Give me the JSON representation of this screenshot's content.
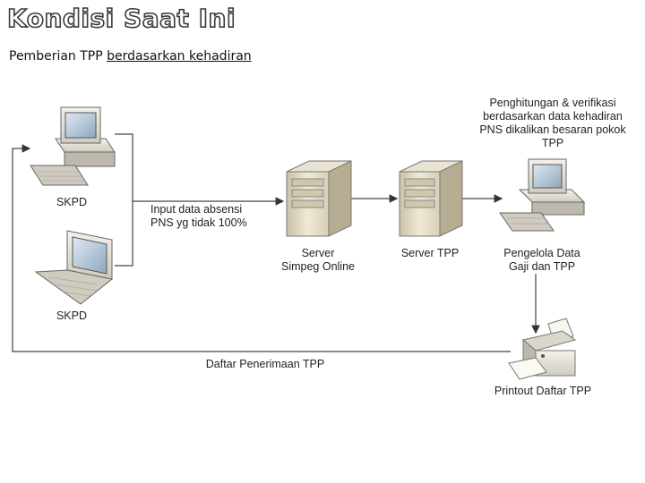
{
  "header": {
    "title": "Kondisi Saat Ini",
    "subtitle_plain": "Pemberian TPP ",
    "subtitle_underlined": "berdasarkan kehadiran"
  },
  "diagram": {
    "nodes": {
      "skpd_desktop": "SKPD",
      "skpd_laptop": "SKPD",
      "server_simpeg_line1": "Server",
      "server_simpeg_line2": "Simpeg Online",
      "server_tpp": "Server TPP",
      "pengelola_line1": "Pengelola Data",
      "pengelola_line2": "Gaji dan TPP",
      "printer": "Printout Daftar TPP"
    },
    "annotations": {
      "input_line1": "Input data absensi",
      "input_line2": "PNS yg tidak 100%",
      "hitung_line1": "Penghitungan & verifikasi",
      "hitung_line2": "berdasarkan data kehadiran",
      "hitung_line3": "PNS dikalikan besaran pokok",
      "hitung_line4": "TPP",
      "daftar": "Daftar Penerimaan TPP"
    }
  }
}
